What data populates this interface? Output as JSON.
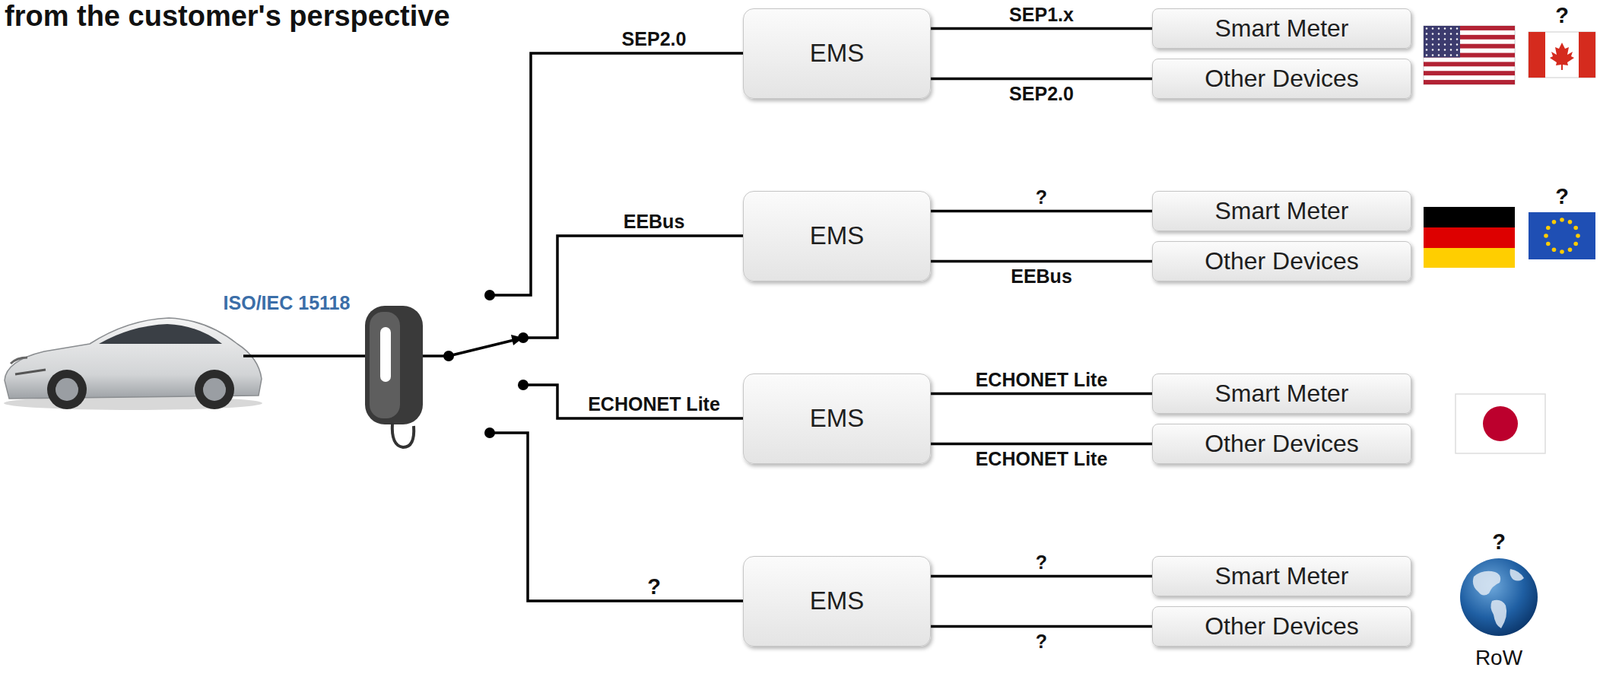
{
  "diagram": {
    "title": "from the customer's perspective",
    "nodes": [
      {
        "text": [
          "EMS"
        ]
      },
      {
        "text": [
          "Smart Meter"
        ]
      },
      {
        "text": [
          "Other Devices"
        ]
      },
      {
        "text": [
          "EMS"
        ]
      },
      {
        "text": [
          "Smart Meter"
        ]
      },
      {
        "text": [
          "Other Devices"
        ]
      },
      {
        "text": [
          "EMS"
        ]
      },
      {
        "text": [
          "Smart Meter"
        ]
      },
      {
        "text": [
          "Other Devices"
        ]
      },
      {
        "text": [
          "EMS"
        ]
      },
      {
        "text": [
          "Smart Meter"
        ]
      },
      {
        "text": [
          "Other Devices"
        ]
      }
    ],
    "edges": [
      {
        "from": 0,
        "to": 1,
        "label": "SEP1.x",
        "arrow": "none"
      },
      {
        "from": 0,
        "to": 2,
        "label": "SEP2.0",
        "arrow": "none"
      },
      {
        "from": 3,
        "to": 4,
        "label": "?",
        "arrow": "none"
      },
      {
        "from": 3,
        "to": 5,
        "label": "EEBus",
        "arrow": "none"
      },
      {
        "from": 6,
        "to": 7,
        "label": "ECHONET Lite",
        "arrow": "none"
      },
      {
        "from": 6,
        "to": 8,
        "label": "ECHONET Lite",
        "arrow": "none"
      },
      {
        "from": 9,
        "to": 10,
        "label": "?",
        "arrow": "none"
      },
      {
        "from": 9,
        "to": 11,
        "label": "?",
        "arrow": "none"
      }
    ],
    "labels": [
      "ISO/IEC 15118",
      "SEP2.0",
      "EEBus",
      "ECHONET Lite",
      "?",
      "?",
      "?",
      "?",
      "RoW"
    ]
  }
}
